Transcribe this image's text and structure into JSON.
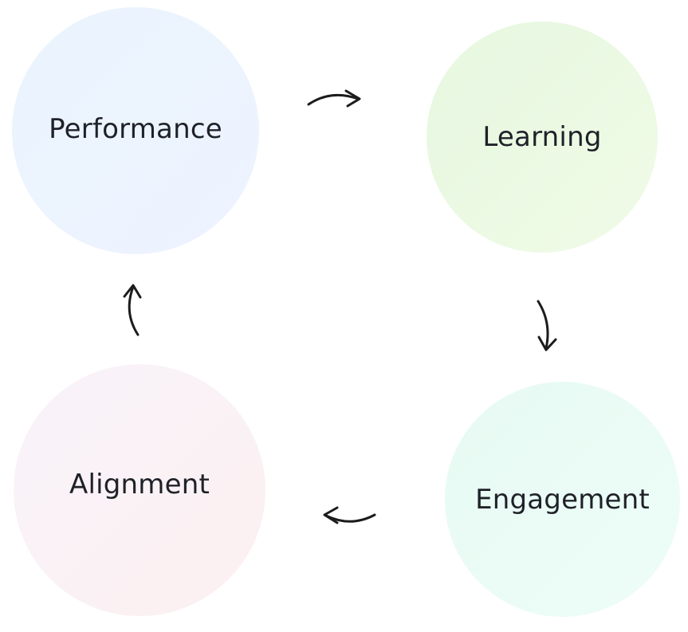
{
  "diagram": {
    "nodes": [
      {
        "id": "performance",
        "label": "Performance",
        "color": "#eef3ff"
      },
      {
        "id": "learning",
        "label": "Learning",
        "color": "#e9f8e3"
      },
      {
        "id": "engagement",
        "label": "Engagement",
        "color": "#eafcf5"
      },
      {
        "id": "alignment",
        "label": "Alignment",
        "color": "#faf2f5"
      }
    ],
    "edges": [
      {
        "from": "performance",
        "to": "learning",
        "icon": "curved-arrow-right-icon"
      },
      {
        "from": "learning",
        "to": "engagement",
        "icon": "curved-arrow-down-icon"
      },
      {
        "from": "engagement",
        "to": "alignment",
        "icon": "curved-arrow-left-icon"
      },
      {
        "from": "alignment",
        "to": "performance",
        "icon": "curved-arrow-up-icon"
      }
    ],
    "arrow_color": "#1c1c1c"
  }
}
